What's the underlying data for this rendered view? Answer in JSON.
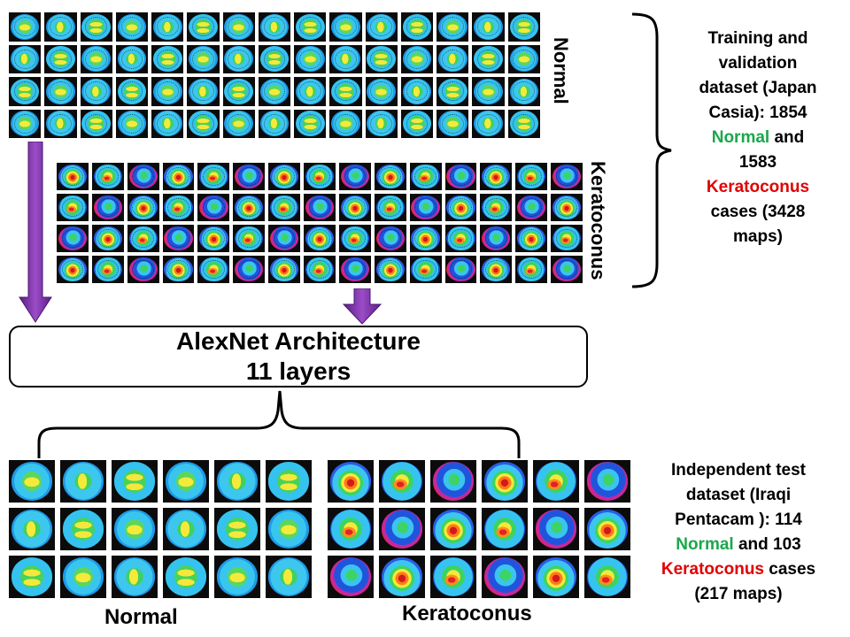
{
  "top_grids": {
    "normal_label": "Normal",
    "keratoconus_label": "Keratoconus"
  },
  "training_text": {
    "line1": "Training and",
    "line2": "validation",
    "line3": "dataset (Japan",
    "line4": "Casia): 1854",
    "normal_word": "Normal",
    "and_word": " and",
    "line6": "1583",
    "keratoconus_word": "Keratoconus",
    "line8": "cases (3428",
    "line9": "maps)"
  },
  "architecture": {
    "title": "AlexNet Architecture",
    "subtitle": "11 layers"
  },
  "test_text": {
    "line1": "Independent test",
    "line2": "dataset (Iraqi",
    "line3": "Pentacam ): 114",
    "normal_word": "Normal",
    "and_tail": " and 103",
    "keratoconus_word": "Keratoconus",
    "cases_tail": " cases",
    "line6": "(217 maps)"
  },
  "bottom_labels": {
    "normal": "Normal",
    "keratoconus": "Keratoconus"
  },
  "colors": {
    "arrow_purple": "#7a2fa0",
    "normal_green": "#1aa84a",
    "keratoconus_red": "#e00000"
  }
}
